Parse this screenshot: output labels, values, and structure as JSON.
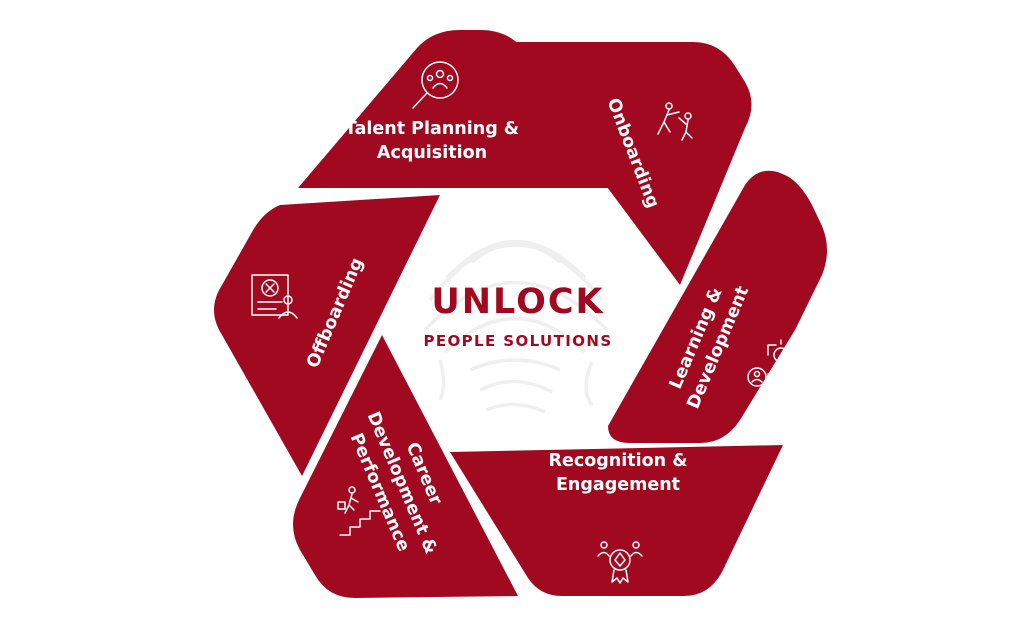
{
  "colors": {
    "segment": "#a0091f",
    "background": "#ffffff",
    "text_on_segment": "#ffffff",
    "fingerprint": "#efefef"
  },
  "center": {
    "title": "UNLOCK",
    "subtitle": "PEOPLE SOLUTIONS"
  },
  "segments": [
    {
      "id": "talent",
      "lines": [
        "Talent Planning &",
        "Acquisition"
      ],
      "icon": "magnifier-people-icon"
    },
    {
      "id": "onboarding",
      "lines": [
        "Onboarding"
      ],
      "icon": "helping-hand-icon"
    },
    {
      "id": "learning",
      "lines": [
        "Learning &",
        "Development"
      ],
      "icon": "idea-person-icon"
    },
    {
      "id": "recognition",
      "lines": [
        "Recognition &",
        "Engagement"
      ],
      "icon": "award-people-icon"
    },
    {
      "id": "career",
      "lines": [
        "Career",
        "Development &",
        "Performance"
      ],
      "icon": "stairs-climber-icon"
    },
    {
      "id": "offboarding",
      "lines": [
        "Offboarding"
      ],
      "icon": "resignation-document-icon"
    }
  ]
}
